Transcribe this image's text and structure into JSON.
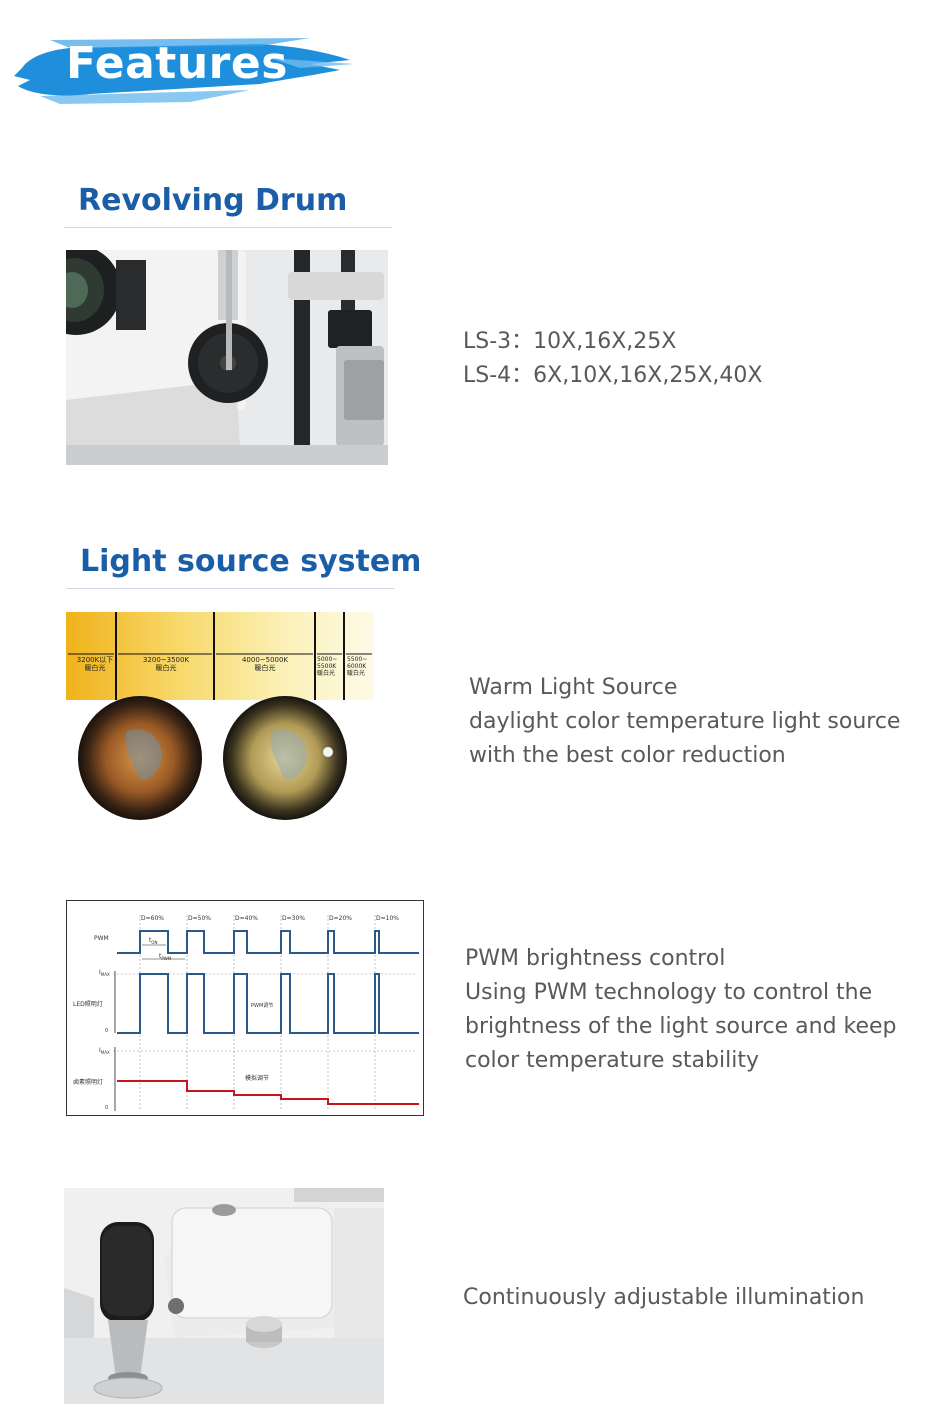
{
  "banner": {
    "title": "Features",
    "color": "#1f8fdc"
  },
  "sections": {
    "drum": {
      "heading": "Revolving  Drum",
      "lines": [
        "LS-3：10X,16X,25X",
        "LS-4：6X,10X,16X,25X,40X"
      ],
      "image_icon": "slit-lamp-drum-photo"
    },
    "light": {
      "heading": "Light source system",
      "lines": [
        "Warm Light Source",
        "daylight color temperature light source",
        "with the best color reduction"
      ],
      "color_bands": [
        {
          "label1": "3200K以下",
          "label2": "暖白光"
        },
        {
          "label1": "3200~3500K",
          "label2": "暖白光"
        },
        {
          "label1": "4000~5000K",
          "label2": "暖白光"
        },
        {
          "label1": "5000~",
          "label2": "5500K",
          "label3": "暖白光"
        },
        {
          "label1": "5500~",
          "label2": "6000K",
          "label3": "暖白光"
        }
      ]
    },
    "pwm": {
      "lines": [
        "PWM brightness control",
        "Using PWM technology to control the",
        "brightness of the light source and keep",
        "color temperature stability"
      ],
      "diagram": {
        "duty_labels": [
          "D=60%",
          "D=50%",
          "D=40%",
          "D=30%",
          "D=20%",
          "D=10%"
        ],
        "row_pwm": "PWM",
        "row_led": "LED照明灯",
        "row_halogen": "卤素照明灯",
        "ton": "t",
        "ton_sub": "ON",
        "tpwm": "t",
        "tpwm_sub": "PWM",
        "imax": "I",
        "imax_sub": "MAX",
        "zero": "0",
        "pwm_adjust": "PWM调节",
        "analog_adjust": "模拟调节",
        "led_color": "#2b5a8a",
        "halogen_color": "#c8151b"
      }
    },
    "illumination": {
      "lines": [
        "Continuously adjustable illumination"
      ],
      "image_icon": "illumination-knob-photo"
    }
  }
}
